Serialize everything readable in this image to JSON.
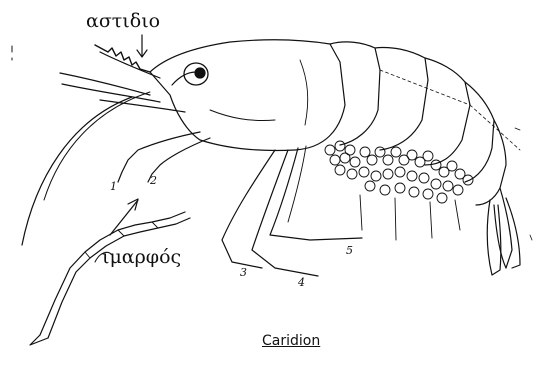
{
  "labels": {
    "rostrum": "αστιδιο",
    "appendage": "ιμαρφός",
    "caption": "Caridion"
  },
  "leg_numbers": [
    "1",
    "2",
    "3",
    "4",
    "5"
  ],
  "colors": {
    "ink": "#111111",
    "paper": "#ffffff"
  }
}
